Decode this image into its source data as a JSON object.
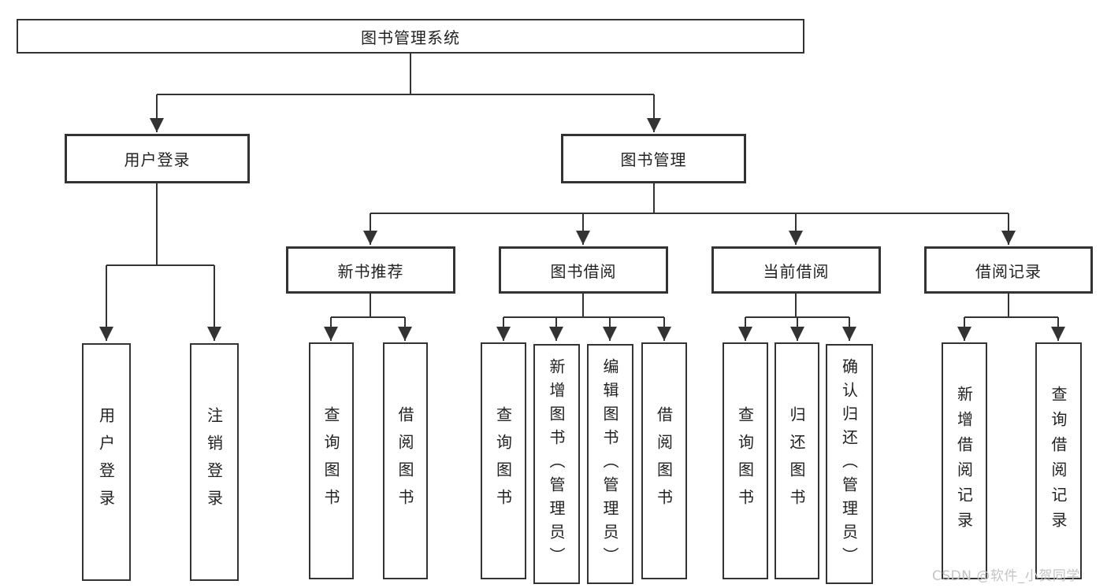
{
  "diagram": {
    "type": "hierarchy-tree",
    "title": "图书管理系统"
  },
  "nodes": {
    "root": {
      "label": "图书管理系统"
    },
    "user_login": {
      "label": "用户登录",
      "parent": "root"
    },
    "book_mgmt": {
      "label": "图书管理",
      "parent": "root"
    },
    "new_book_rec": {
      "label": "新书推荐",
      "parent": "book_mgmt"
    },
    "book_borrow": {
      "label": "图书借阅",
      "parent": "book_mgmt"
    },
    "cur_borrow": {
      "label": "当前借阅",
      "parent": "book_mgmt"
    },
    "borrow_rec": {
      "label": "借阅记录",
      "parent": "book_mgmt"
    },
    "login": {
      "label": "用户登录",
      "parent": "user_login"
    },
    "logout": {
      "label": "注销登录",
      "parent": "user_login"
    },
    "nbr_query": {
      "label": "查询图书",
      "parent": "new_book_rec"
    },
    "nbr_borrow": {
      "label": "借阅图书",
      "parent": "new_book_rec"
    },
    "bb_query": {
      "label": "查询图书",
      "parent": "book_borrow"
    },
    "bb_add": {
      "label": "新增图书（管理员）",
      "parent": "book_borrow"
    },
    "bb_edit": {
      "label": "编辑图书（管理员）",
      "parent": "book_borrow"
    },
    "bb_borrow": {
      "label": "借阅图书",
      "parent": "book_borrow"
    },
    "cb_query": {
      "label": "查询图书",
      "parent": "cur_borrow"
    },
    "cb_return": {
      "label": "归还图书",
      "parent": "cur_borrow"
    },
    "cb_confirm": {
      "label": "确认归还（管理员）",
      "parent": "cur_borrow"
    },
    "br_add": {
      "label": "新增借阅记录",
      "parent": "borrow_rec"
    },
    "br_query": {
      "label": "查询借阅记录",
      "parent": "borrow_rec"
    }
  },
  "watermark": {
    "text": "CSDN @软件_小贺同学"
  },
  "colors": {
    "line": "#333333",
    "text": "#222222",
    "background": "#ffffff",
    "watermark": "#c4c4c4"
  }
}
